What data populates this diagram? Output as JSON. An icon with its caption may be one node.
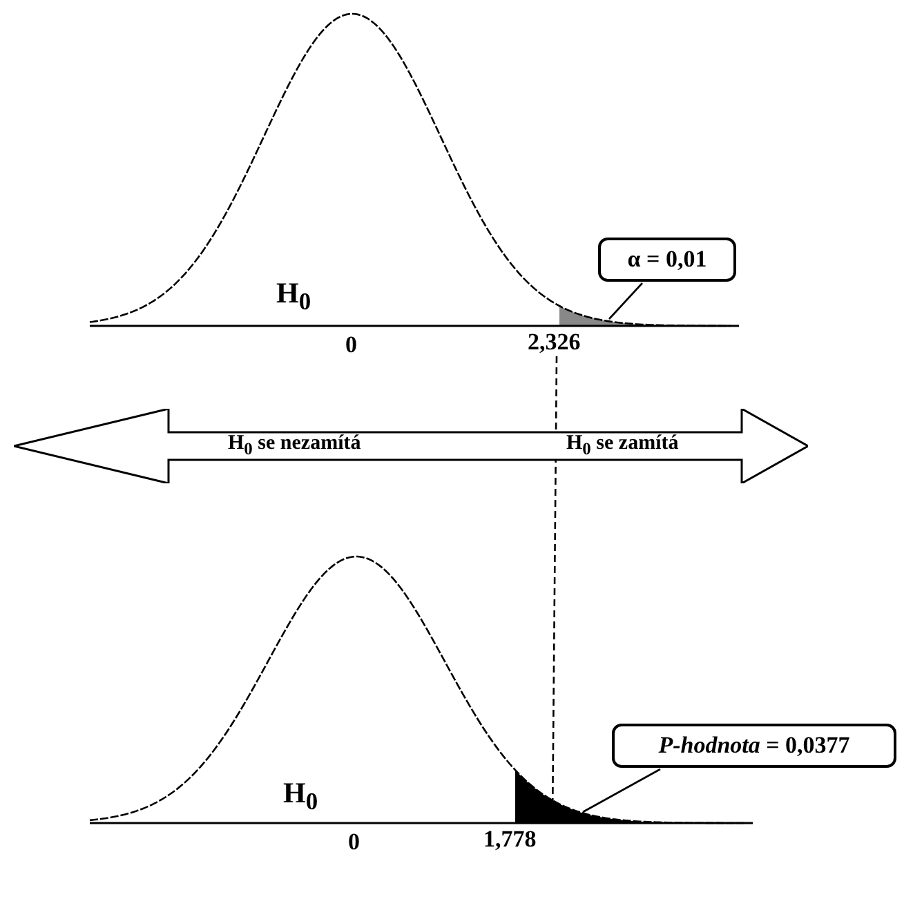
{
  "diagram": {
    "nodes": [
      {
        "text": [
          "α = 0,01"
        ]
      },
      {
        "text": [],
        "shape": "area"
      },
      {
        "text": [
          "H$_{0}$ se nezamítá",
          "H$_{0}$ se zamítá"
        ]
      },
      {
        "text": [
          "*P-hodnota* = 0,0377"
        ]
      },
      {
        "text": [],
        "shape": "area"
      }
    ],
    "edges": [
      {
        "from": 0,
        "to": 1,
        "arrow": "none"
      },
      {
        "from": 3,
        "to": 4,
        "arrow": "none"
      }
    ],
    "labels": [
      "H$_{0}$",
      "0",
      "2,326",
      "H$_{0}$",
      "0",
      "1,778"
    ]
  }
}
